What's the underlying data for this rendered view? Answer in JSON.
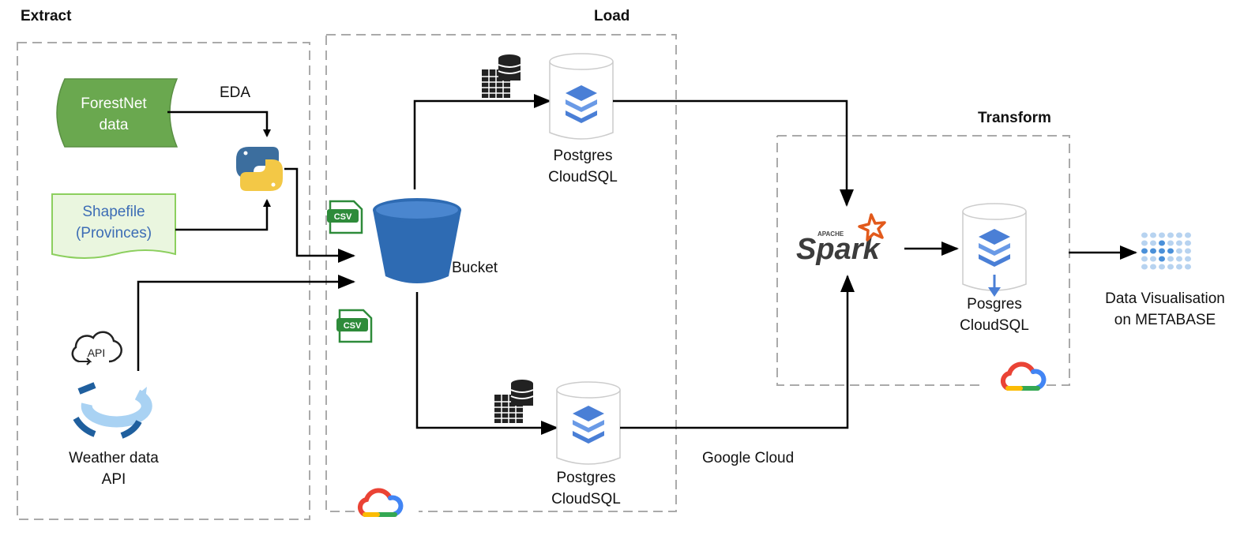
{
  "sections": {
    "extract": "Extract",
    "load": "Load",
    "transform": "Transform"
  },
  "sources": {
    "forestnet": {
      "line1": "ForestNet",
      "line2": "data"
    },
    "shapefile": {
      "line1": "Shapefile",
      "line2": "(Provinces)"
    },
    "weather": {
      "line1": "Weather data",
      "line2": "API"
    },
    "api_icon_text": "API"
  },
  "labels": {
    "eda": "EDA",
    "bucket": "Bucket",
    "csv": "CSV",
    "google_cloud": "Google Cloud",
    "postgres_top": {
      "line1": "Postgres",
      "line2": "CloudSQL"
    },
    "postgres_bottom": {
      "line1": "Postgres",
      "line2": "CloudSQL"
    },
    "posgres_transform": {
      "line1": "Posgres",
      "line2": "CloudSQL"
    },
    "spark_small": "APACHE",
    "spark": "Spark",
    "viz": {
      "line1": "Data Visualisation",
      "line2": "on METABASE"
    }
  },
  "colors": {
    "forestnet_fill": "#6aa84f",
    "shapefile_fill": "#eaf6df",
    "shapefile_stroke": "#8ccf5e",
    "shapefile_text": "#3d6db5",
    "bucket": "#2e6bb3",
    "cloudsql": "#4a7fd6",
    "spark_orange": "#e25a1c",
    "csv_green": "#2e8b3a",
    "dash_border": "#aaaaaa",
    "arrow": "#000000"
  },
  "icons": [
    "python-icon",
    "csv-icon",
    "bucket-icon",
    "cloudsql-icon",
    "table-database-icon",
    "spark-logo-icon",
    "google-cloud-icon",
    "api-cloud-icon",
    "weather-refresh-icon",
    "metabase-icon"
  ]
}
